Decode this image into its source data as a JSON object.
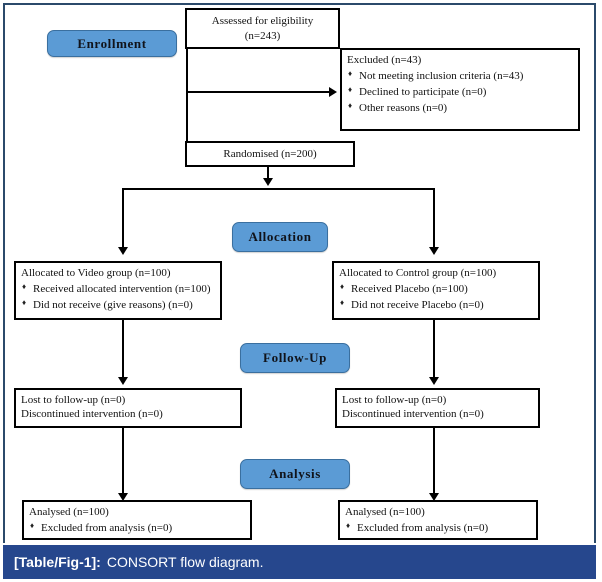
{
  "figure": {
    "caption_tag": "[Table/Fig-1]:",
    "caption_text": "CONSORT flow diagram.",
    "caption_bg": "#26478d",
    "frame_color": "#2b4a6b",
    "pill_color": "#5b9bd5",
    "pill_border": "#3a6f9f"
  },
  "stages": {
    "enrollment": "Enrollment",
    "allocation": "Allocation",
    "followup": "Follow-Up",
    "analysis": "Analysis"
  },
  "nodes": {
    "assessed": {
      "line1": "Assessed for eligibility",
      "line2": "(n=243)"
    },
    "excluded": {
      "title": "Excluded (n=43)",
      "items": [
        "Not meeting inclusion criteria (n=43)",
        "Declined to participate (n=0)",
        "Other reasons (n=0)"
      ]
    },
    "randomised": {
      "line1": "Randomised (n=200)"
    },
    "alloc_left": {
      "title": "Allocated to Video group (n=100)",
      "items": [
        "Received allocated intervention (n=100)",
        "Did not receive (give reasons) (n=0)"
      ]
    },
    "alloc_right": {
      "title": "Allocated to Control group (n=100)",
      "items": [
        "Received Placebo (n=100)",
        "Did not receive Placebo (n=0)"
      ]
    },
    "follow_left": {
      "line1": "Lost to follow-up (n=0)",
      "line2": "Discontinued intervention (n=0)"
    },
    "follow_right": {
      "line1": "Lost to follow-up (n=0)",
      "line2": "Discontinued intervention (n=0)"
    },
    "analysis_left": {
      "title": "Analysed (n=100)",
      "items": [
        "Excluded from analysis (n=0)"
      ]
    },
    "analysis_right": {
      "title": "Analysed (n=100)",
      "items": [
        "Excluded from analysis (n=0)"
      ]
    }
  }
}
